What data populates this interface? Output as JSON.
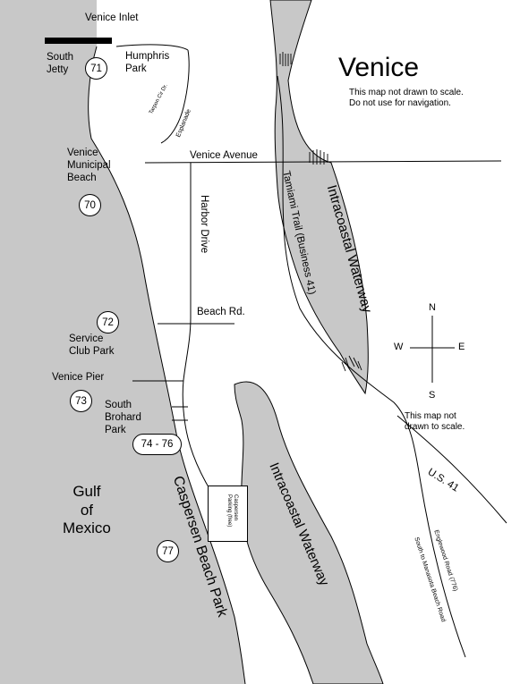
{
  "map": {
    "title": "Venice",
    "disclaimer_top": "This map not drawn to scale.\nDo not use for navigation.",
    "disclaimer_compass": "This map not\ndrawn to scale.",
    "gulf_label": "Gulf\nof\nMexico",
    "labels": {
      "venice_inlet": "Venice Inlet",
      "south_jetty": "South\nJetty",
      "humphris_park": "Humphris\nPark",
      "tarpon_cir": "Tarpon Cir Dr.",
      "esplanade": "Esplanade",
      "venice_avenue": "Venice Avenue",
      "municipal_beach": "Venice\nMunicipal\nBeach",
      "harbor_drive": "Harbor Drive",
      "tamiami_trail": "Tamiami Trail (Business 41)",
      "icw_upper": "Intracoastal Waterway",
      "beach_rd": "Beach Rd.",
      "service_club_park": "Service\nClub Park",
      "venice_pier": "Venice Pier",
      "south_brohard": "South\nBrohard\nPark",
      "caspersen_parking": "Caspersen\nParking (free)",
      "icw_lower": "Intracoastal Waterway",
      "caspersen_beach_park": "Caspersen Beach Park",
      "us41": "U.S. 41",
      "englewood_road": "Englewood Road (776)",
      "south_manasota": "South to Manasota Beach Road"
    },
    "markers": {
      "m71": "71",
      "m70": "70",
      "m72": "72",
      "m73": "73",
      "m74_76": "74 - 76",
      "m77": "77"
    },
    "compass": {
      "n": "N",
      "e": "E",
      "s": "S",
      "w": "W"
    },
    "colors": {
      "water": "#c8c8c8",
      "land": "#ffffff",
      "ink": "#000000"
    }
  }
}
